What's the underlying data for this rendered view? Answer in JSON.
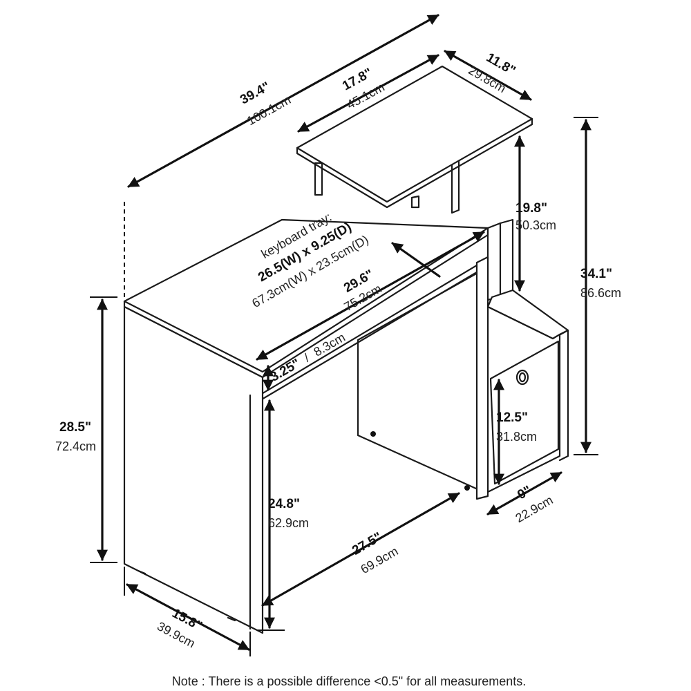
{
  "tray": {
    "label": "keyboard tray:",
    "dims_in": "26.5(W) x 9.25(D)",
    "dims_cm": "67.3cm(W) x 23.5cm(D)"
  },
  "dimensions": {
    "total_width": {
      "in": "39.4\"",
      "cm": "100.1cm"
    },
    "shelf_width": {
      "in": "17.8\"",
      "cm": "45.1cm"
    },
    "shelf_depth": {
      "in": "11.8\"",
      "cm": "29.8cm"
    },
    "shelf_rise": {
      "in": "19.8\"",
      "cm": "50.3cm"
    },
    "total_height": {
      "in": "34.1\"",
      "cm": "86.6cm"
    },
    "desk_width": {
      "in": "29.6\"",
      "cm": "75.2cm"
    },
    "apron": {
      "in": "3.25\"",
      "sep": "/",
      "cm": "8.3cm"
    },
    "desk_height": {
      "in": "28.5\"",
      "cm": "72.4cm"
    },
    "leg_clearance": {
      "in": "24.8\"",
      "cm": "62.9cm"
    },
    "leg_width": {
      "in": "27.5\"",
      "cm": "69.9cm"
    },
    "cabinet_height": {
      "in": "12.5\"",
      "cm": "31.8cm"
    },
    "cabinet_width": {
      "in": "9\"",
      "cm": "22.9cm"
    },
    "depth": {
      "in": "15.8\"",
      "cm": "39.9cm"
    }
  },
  "note": "Note : There is a possible difference <0.5\" for all measurements."
}
